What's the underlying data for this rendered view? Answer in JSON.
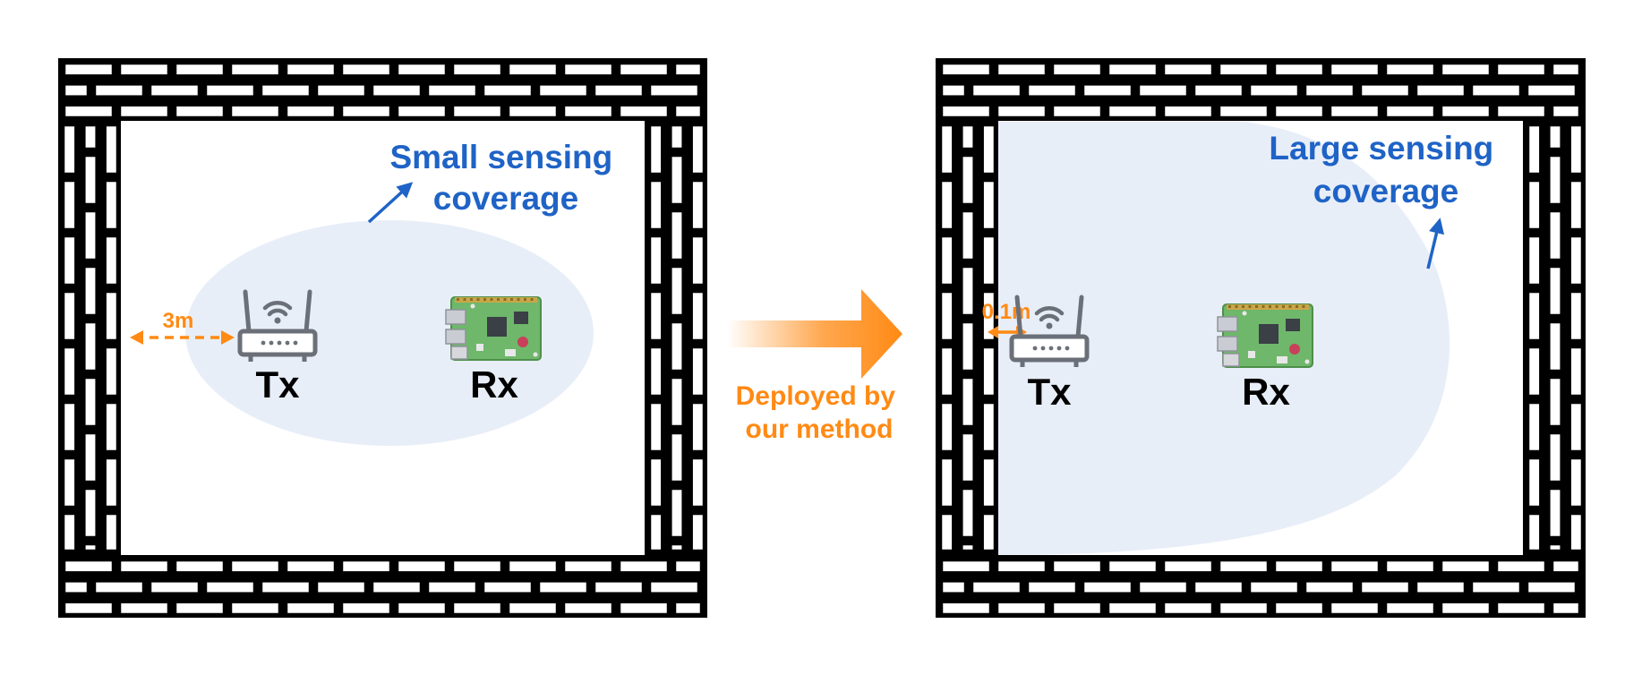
{
  "colors": {
    "wall": "#000000",
    "coverage_fill": "#e8eef8",
    "annotation_blue": "#1f63c6",
    "accent_orange": "#ff8a14",
    "device_text": "#000000"
  },
  "left_panel": {
    "coverage_label": [
      "Small sensing",
      "coverage"
    ],
    "distance_label": "3m",
    "tx_label": "Tx",
    "rx_label": "Rx",
    "tx_icon": "wifi-router-icon",
    "rx_icon": "raspberry-pi-board-icon"
  },
  "arrow": {
    "label": [
      "Deployed by",
      "our method"
    ]
  },
  "right_panel": {
    "coverage_label": [
      "Large sensing",
      "coverage"
    ],
    "distance_label": "0.1m",
    "tx_label": "Tx",
    "rx_label": "Rx",
    "tx_icon": "wifi-router-icon",
    "rx_icon": "raspberry-pi-board-icon"
  }
}
